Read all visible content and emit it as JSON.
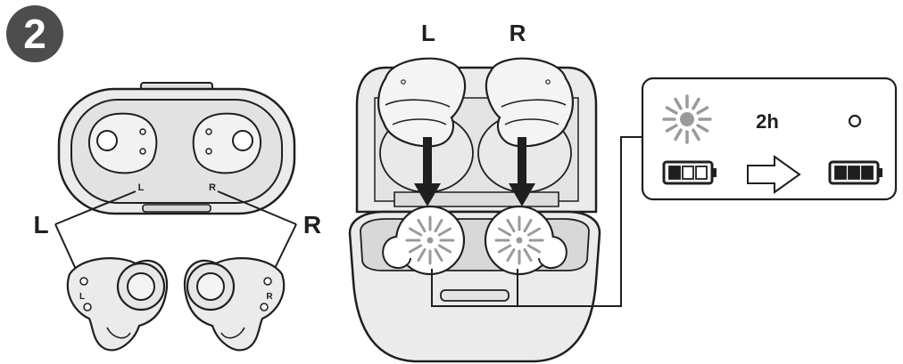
{
  "step": {
    "number": "2"
  },
  "left_panel": {
    "case_label_left": "L",
    "case_label_right": "R",
    "callout_left": "L",
    "callout_right": "R",
    "earbud_label_left": "L",
    "earbud_label_right": "R"
  },
  "middle_panel": {
    "label_left": "L",
    "label_right": "R"
  },
  "charge_panel": {
    "duration": "2h",
    "icons": [
      "blinking-led-icon",
      "battery-low-icon",
      "arrow-right-icon",
      "led-off-icon",
      "battery-full-icon"
    ],
    "battery_low_level": 0.2,
    "battery_full_level": 1.0
  },
  "colors": {
    "case_fill": "#ebebeb",
    "case_inner": "#d4d4d4",
    "outline": "#1f1f1f",
    "badge": "#4d4d4d",
    "led": "#9a9a9a"
  }
}
